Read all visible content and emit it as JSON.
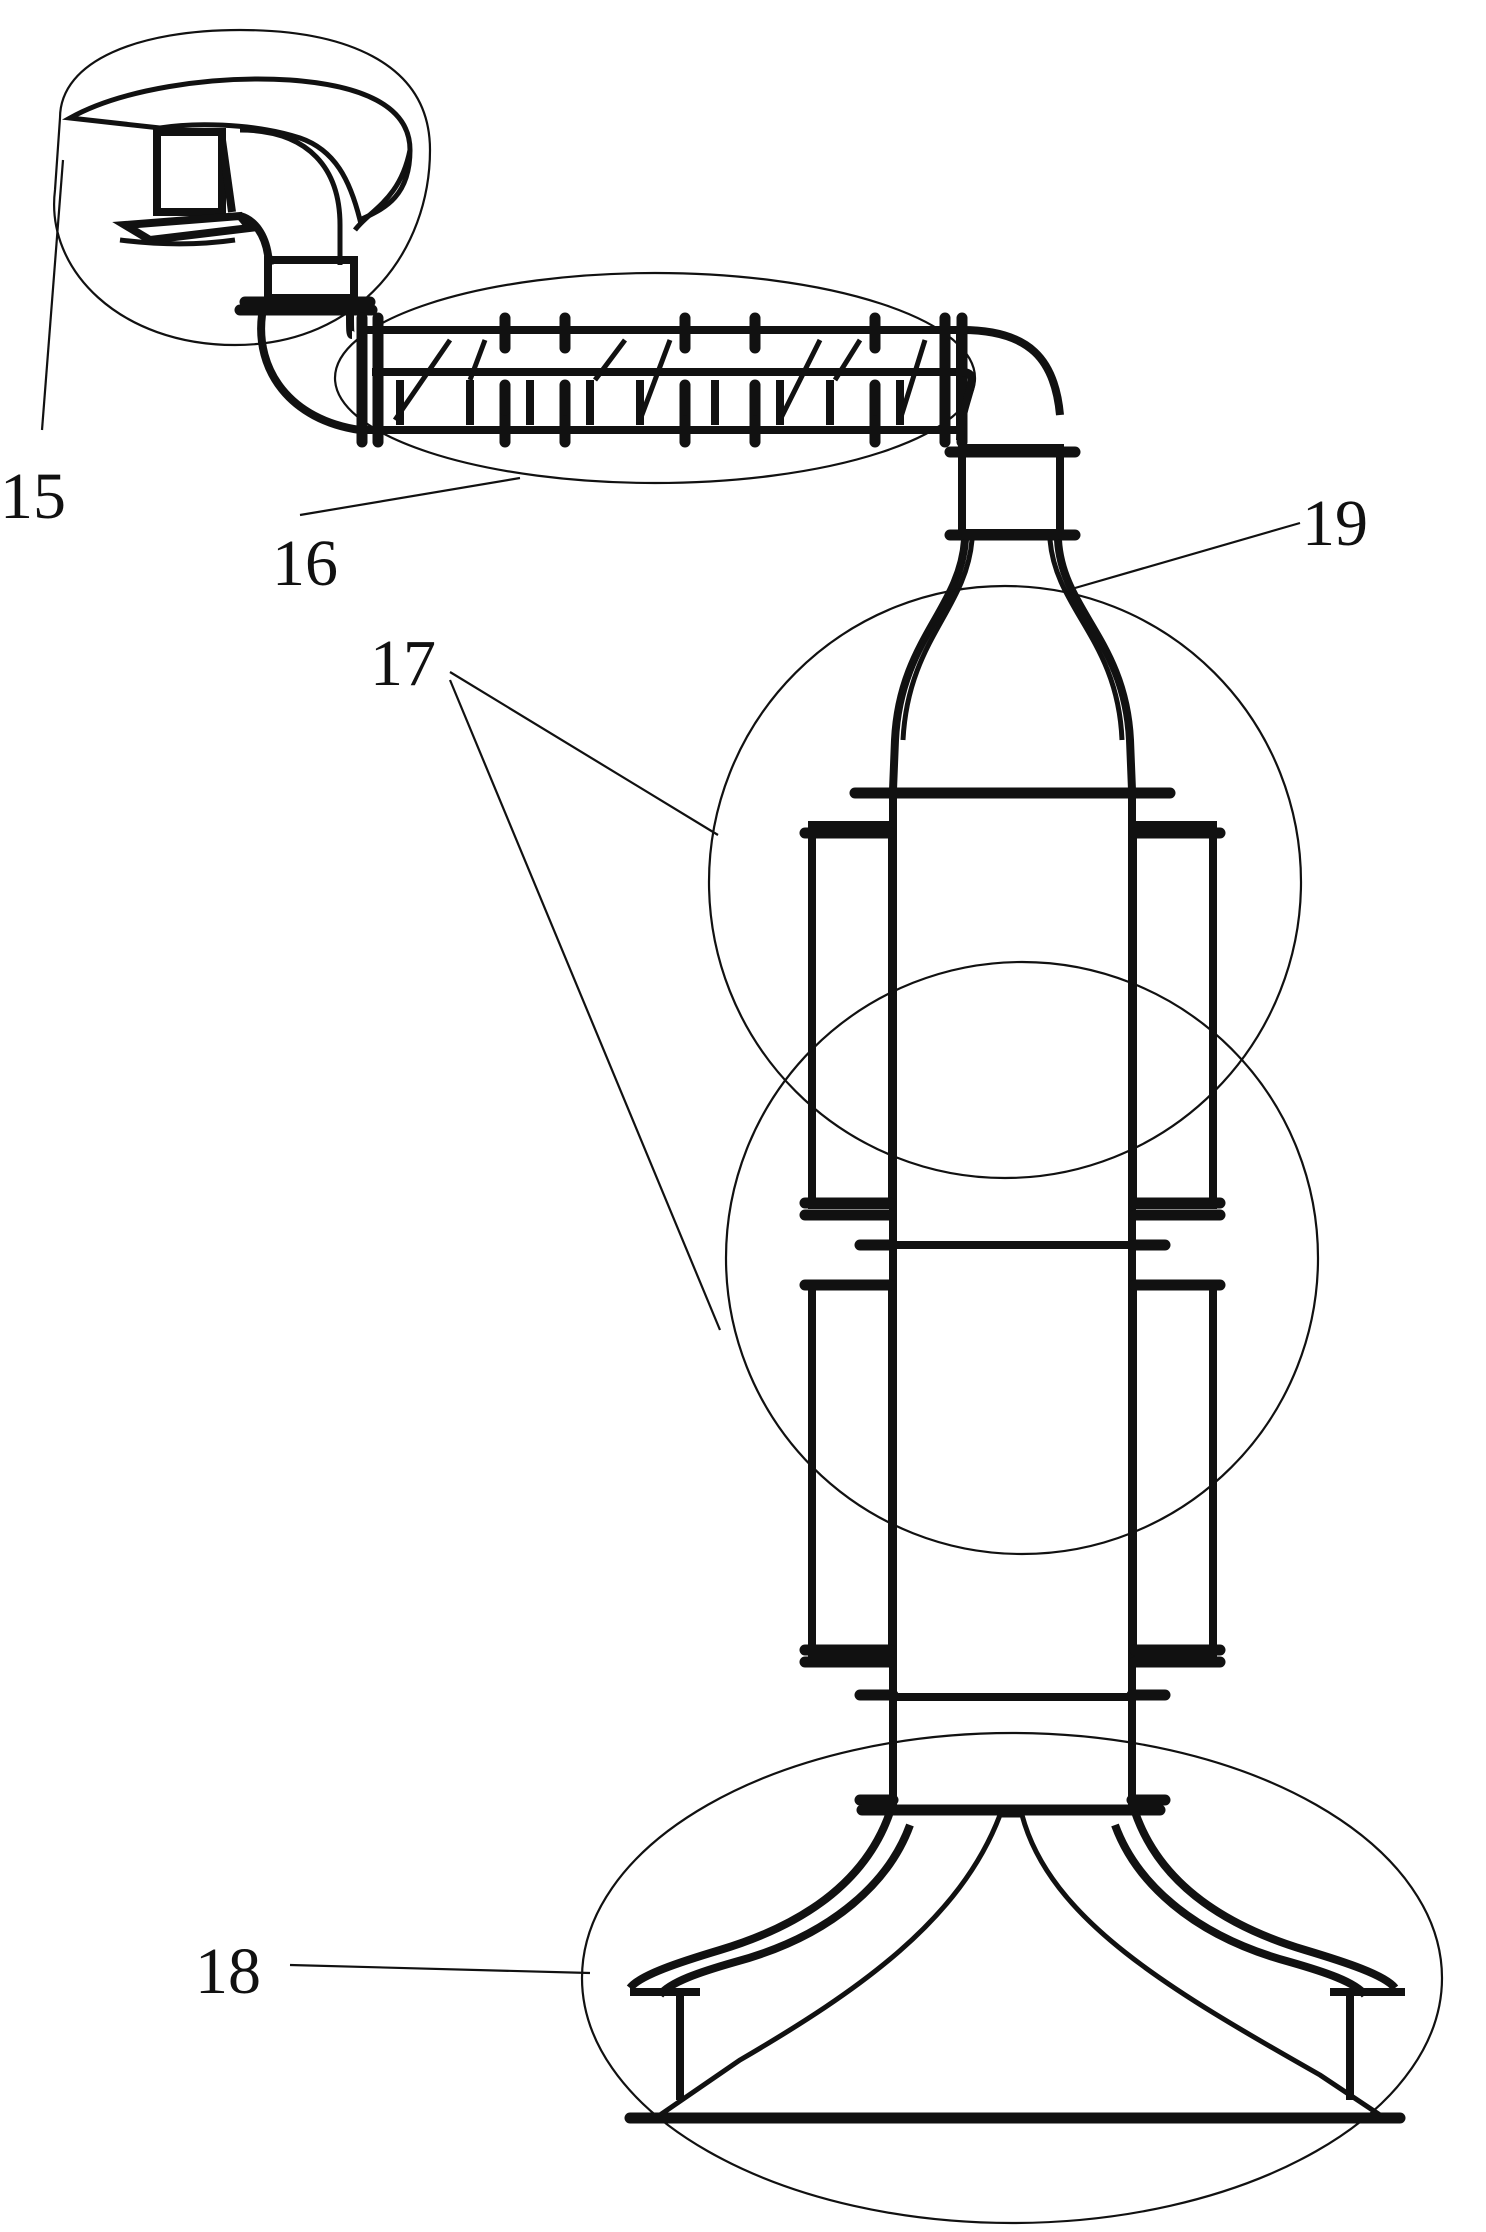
{
  "figure": {
    "labels": {
      "l15": "15",
      "l16": "16",
      "l17": "17",
      "l18": "18",
      "l19": "19"
    },
    "colors": {
      "line": "#111111",
      "background": "#ffffff"
    }
  }
}
